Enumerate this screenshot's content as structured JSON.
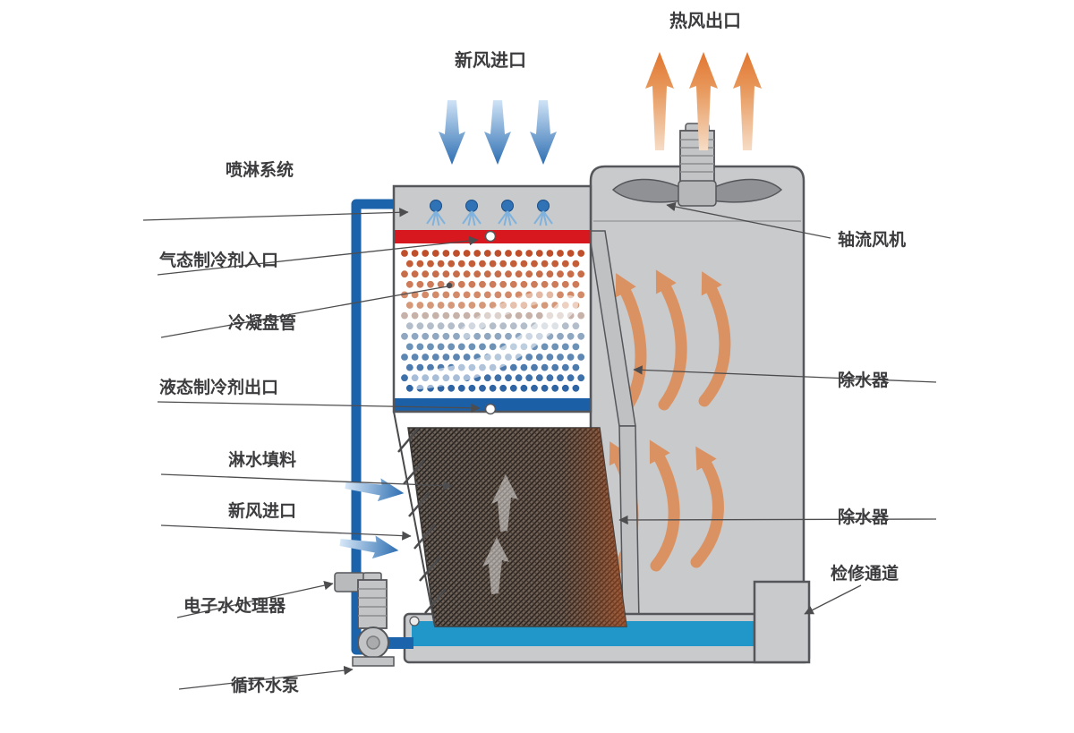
{
  "diagram": {
    "labels": {
      "hot_air_outlet": "热风出口",
      "fresh_air_inlet_top": "新风进口",
      "spray_system": "喷淋系统",
      "gaseous_refrigerant_inlet": "气态制冷剂入口",
      "condensing_coil": "冷凝盘管",
      "liquid_refrigerant_outlet": "液态制冷剂出口",
      "fill_packing": "淋水填料",
      "fresh_air_inlet_side": "新风进口",
      "electronic_water_treater": "电子水处理器",
      "circulating_pump": "循环水泵",
      "axial_fan": "轴流风机",
      "drift_eliminator_upper": "除水器",
      "drift_eliminator_lower": "除水器",
      "maintenance_access": "检修通道"
    },
    "colors": {
      "hot_air_arrow": "#e08a4d",
      "fresh_air_arrow": "#2e6fb2",
      "pipe_blue": "#1b63ab",
      "inlet_header_red": "#d7181f",
      "outlet_header_blue": "#1b5fa6",
      "basin_water_blue": "#2196c9",
      "tower_body_gray": "#c9cacc",
      "outline_gray": "#55565a",
      "coil_hot_dot": "#bf4f2a",
      "coil_cold_dot": "#2f64a4",
      "label_text": "#3c3c3e"
    }
  }
}
